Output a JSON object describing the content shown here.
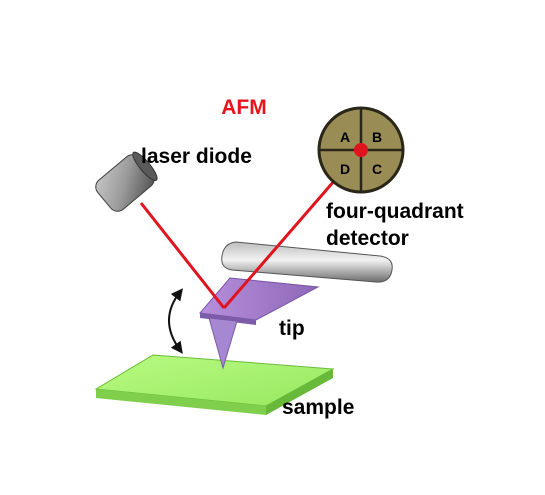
{
  "title": "AFM",
  "labels": {
    "laser_diode": "laser diode",
    "detector_line1": "four-quadrant",
    "detector_line2": "detector",
    "tip": "tip",
    "sample": "sample"
  },
  "quadrants": {
    "a": "A",
    "b": "B",
    "c": "C",
    "d": "D"
  },
  "colors": {
    "title": "#e8141b",
    "laser_beam": "#e0141e",
    "laser_spot": "#e0141e",
    "detector_face": "#9a8c55",
    "detector_edge": "#2a2618",
    "cantilever": "#a07cc8",
    "tip": "#9f80cf",
    "sample": "#aaf472",
    "text": "#000000"
  },
  "icons": {
    "laser": "laser-diode-icon",
    "detector": "detector-icon",
    "holder": "cantilever-holder-icon",
    "motion": "vertical-motion-arrow-icon"
  }
}
